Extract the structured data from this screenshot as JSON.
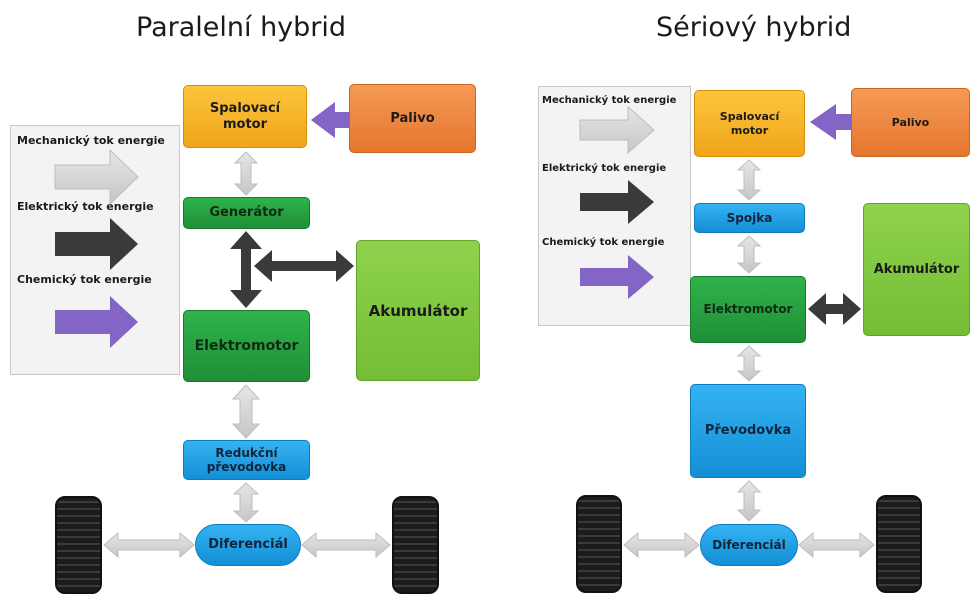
{
  "left": {
    "title": "Paralelní hybrid",
    "legend": {
      "mechanical": "Mechanický tok energie",
      "electrical": "Elektrický tok energie",
      "chemical": "Chemický tok energie"
    },
    "boxes": {
      "engine": "Spalovací motor",
      "fuel": "Palivo",
      "generator": "Generátor",
      "motor": "Elektromotor",
      "battery": "Akumulátor",
      "reduction": "Redukční převodovka",
      "differential": "Diferenciál"
    }
  },
  "right": {
    "title": "Sériový hybrid",
    "legend": {
      "mechanical": "Mechanický tok energie",
      "electrical": "Elektrický tok energie",
      "chemical": "Chemický tok energie"
    },
    "boxes": {
      "engine": "Spalovací motor",
      "fuel": "Palivo",
      "clutch": "Spojka",
      "motor": "Elektromotor",
      "battery": "Akumulátor",
      "gearbox": "Převodovka",
      "differential": "Diferenciál"
    }
  },
  "colors": {
    "mechanical": "#d6d6d6",
    "electrical": "#3a3a3a",
    "chemical": "#8265c4"
  }
}
